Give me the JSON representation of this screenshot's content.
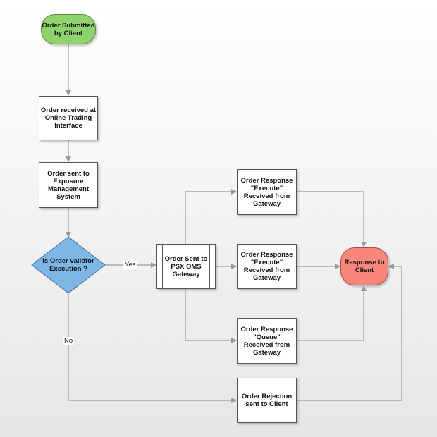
{
  "nodes": {
    "order_submitted": "Order Submitted\nby Client",
    "order_received": "Order received at\nOnline Trading\nInterface",
    "order_sent_ems": "Order sent to\nExposure\nManagement\nSystem",
    "is_order_valid": "Is Order validfor\nExecution ?",
    "order_sent_psx": "Order Sent to\nPSX OMS\nGateway",
    "response_execute_1": "Order Response\n\"Execute\"\nReceived from\nGateway",
    "response_execute_2": "Order Response\n\"Execute\"\nReceived from\nGateway",
    "response_queue": "Order Response\n\"Queue\"\nReceived from\nGateway",
    "order_rejection": "Order Rejection\nsent to Client",
    "response_to_client": "Response to\nClient"
  },
  "edge_labels": {
    "yes": "Yes",
    "no": "No"
  },
  "colors": {
    "start": "#8fd36d",
    "end": "#f6877a",
    "decision": "#7eb6e6",
    "edge": "#9a9a9a"
  }
}
